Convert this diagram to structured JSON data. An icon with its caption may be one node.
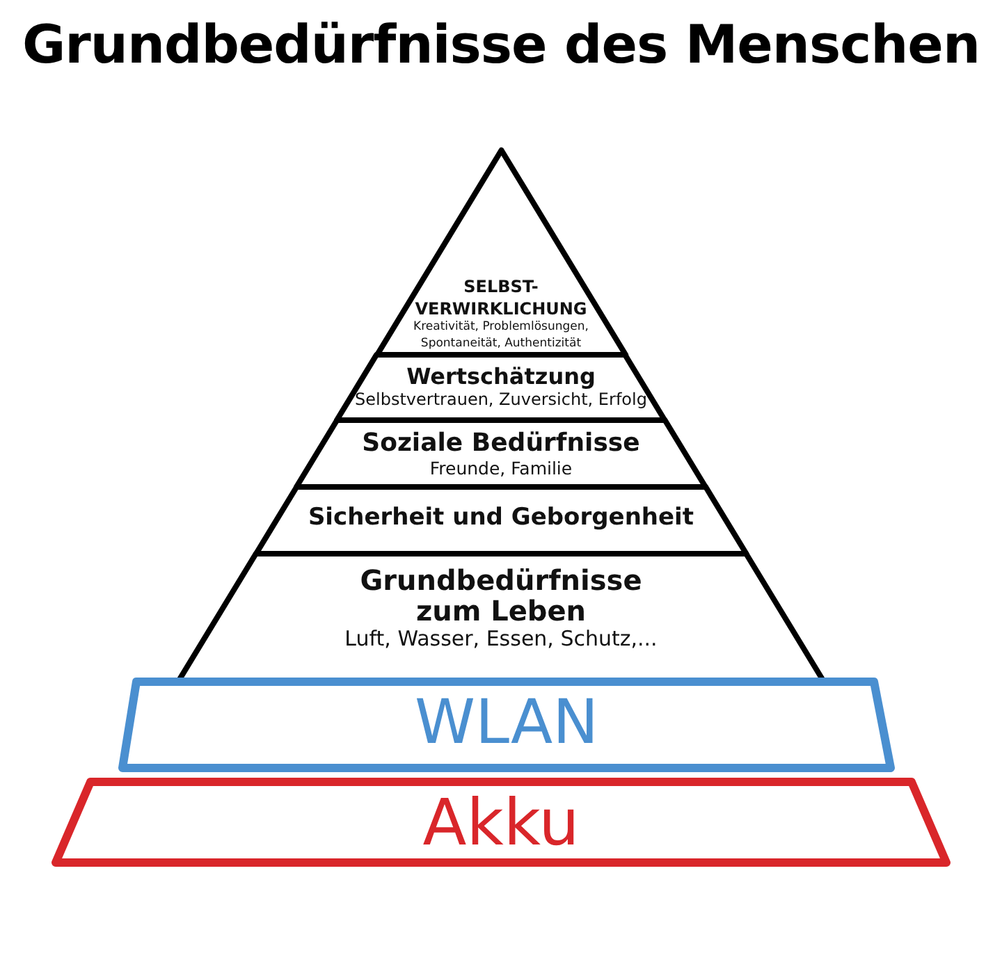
{
  "diagram": {
    "title": "Grundbedürfnisse des Menschen",
    "nodes": [
      {
        "text": [
          "SELBST- VERWIRKLICHUNG",
          "Kreativität, Problemlösungen, Spontaneität, Authentizität"
        ]
      },
      {
        "text": [
          "Wertschätzung",
          "Selbstvertrauen, Zuversicht, Erfolg"
        ]
      },
      {
        "text": [
          "Soziale Bedürfnisse",
          "Freunde, Familie"
        ]
      },
      {
        "text": [
          "Sicherheit und Geborgenheit"
        ]
      },
      {
        "text": [
          "Grundbedürfnisse zum Leben",
          "Luft, Wasser, Essen, Schutz,..."
        ]
      },
      {
        "text": [
          "WLAN"
        ]
      },
      {
        "text": [
          "Akku"
        ]
      }
    ],
    "edges": []
  }
}
